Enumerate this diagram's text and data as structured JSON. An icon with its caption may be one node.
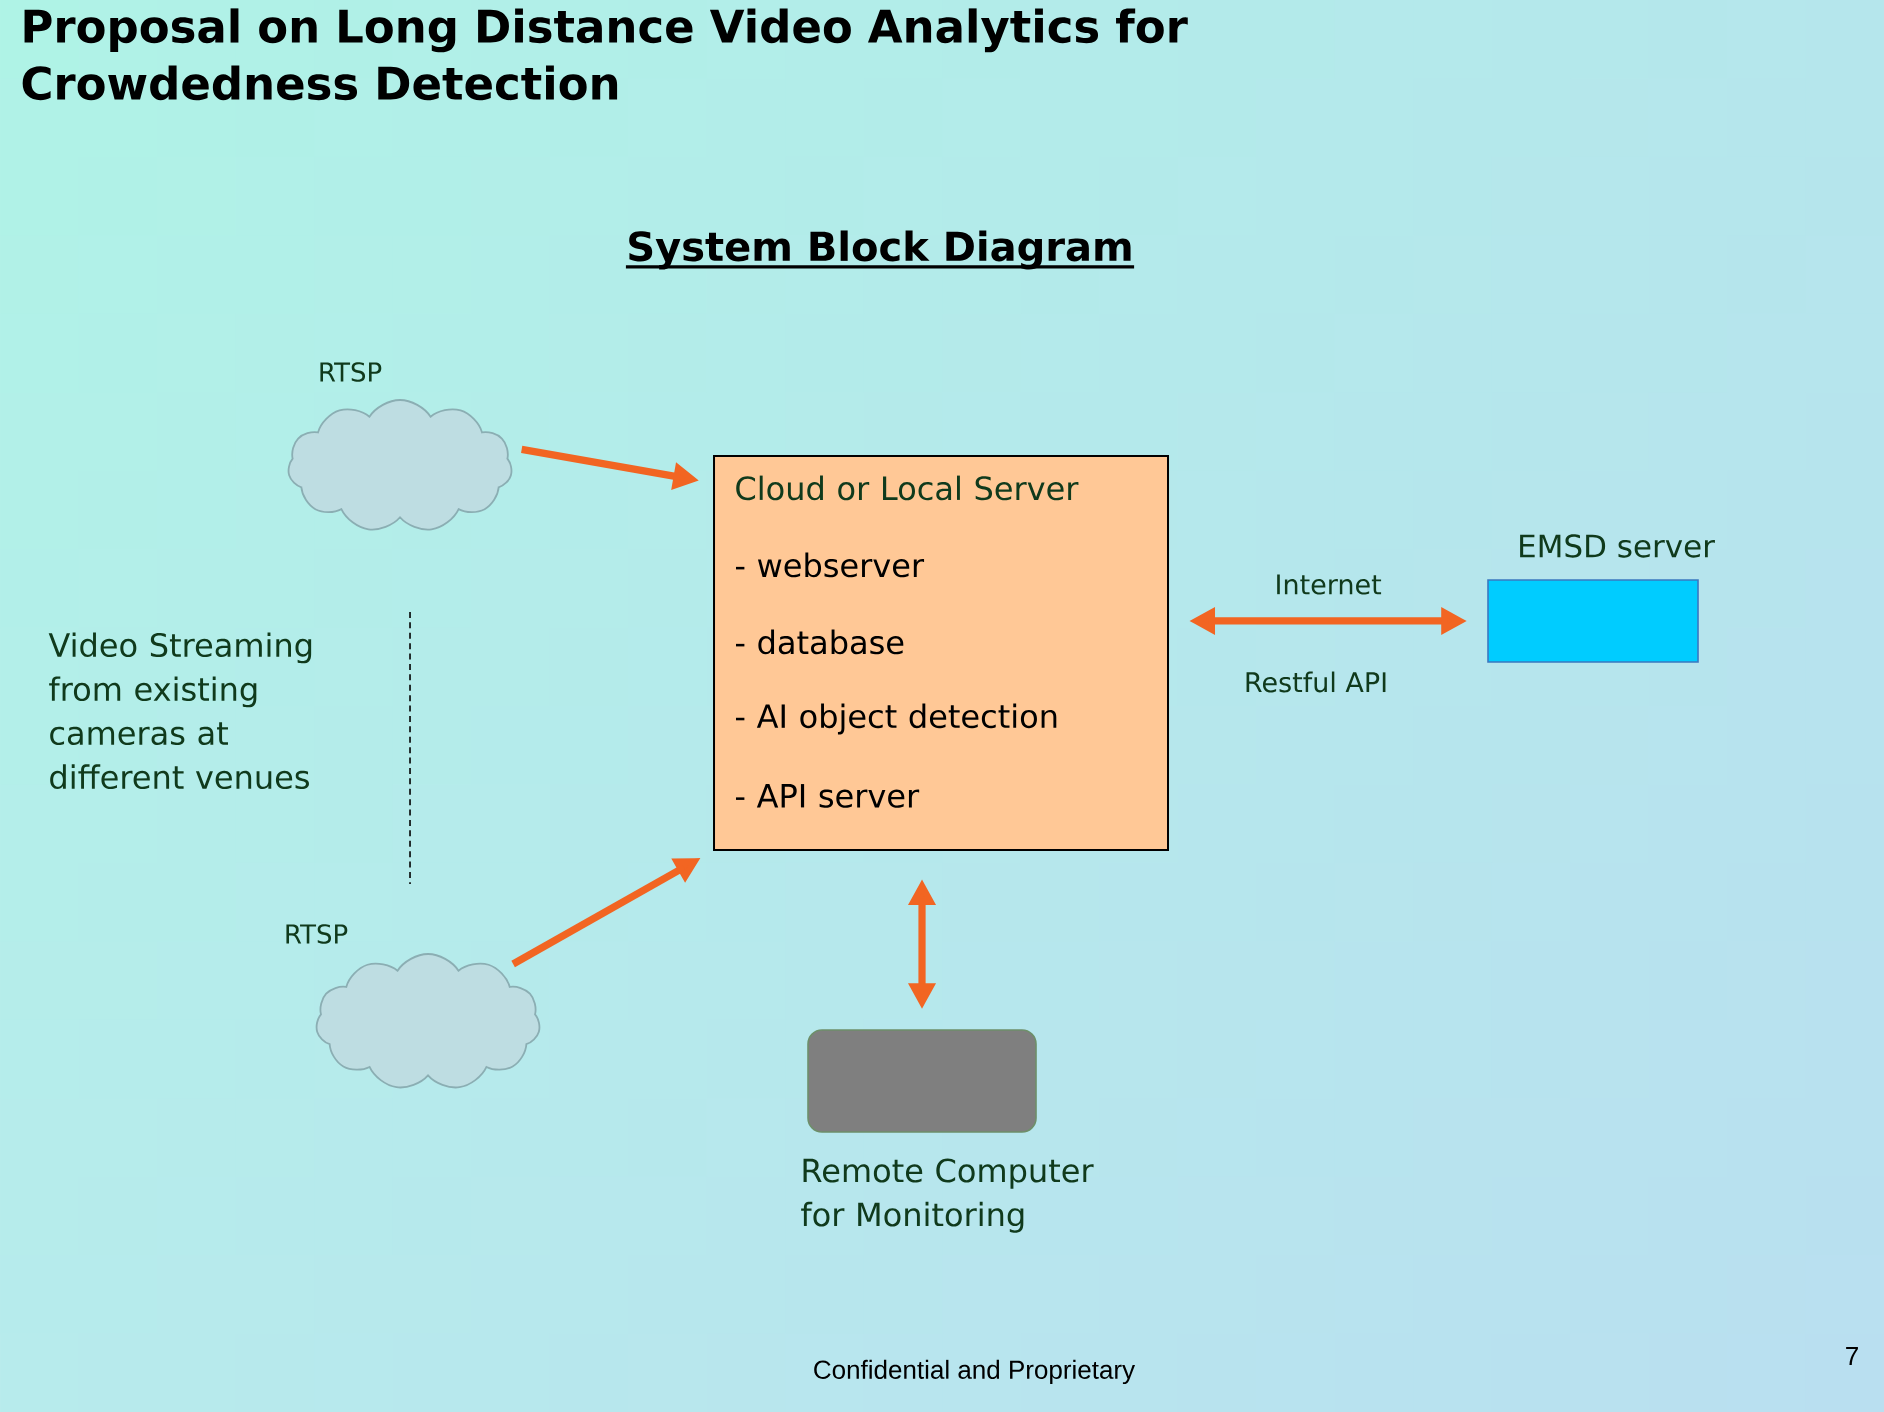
{
  "diagram": {
    "title": "Proposal on Long Distance Video Analytics for Crowdedness Detection",
    "nodes": [
      {
        "text": [],
        "shape": "cloud",
        "beside": [
          "RTSP"
        ]
      },
      {
        "text": [
          "Cloud or Local Server",
          "- webserver",
          "- database",
          "- AI object detection",
          "- API server"
        ]
      },
      {
        "text": [
          "EMSD server"
        ]
      },
      {
        "text": [],
        "shape": "cloud",
        "beside": [
          "RTSP"
        ]
      },
      {
        "text": [],
        "shape": "box",
        "beside": [
          "Remote Computer for Monitoring"
        ]
      }
    ],
    "edges": [
      {
        "from": 0,
        "to": 1,
        "arrow": "to"
      },
      {
        "from": 3,
        "to": 1,
        "arrow": "to"
      },
      {
        "from": 1,
        "to": 2,
        "arrow": "both",
        "label": "Internet"
      },
      {
        "from": 1,
        "to": 4,
        "arrow": "both"
      }
    ],
    "labels": [
      "System Block Diagram",
      "Video Streaming from existing cameras at different venues",
      "Restful API",
      "Confidential and Proprietary",
      "7"
    ]
  }
}
